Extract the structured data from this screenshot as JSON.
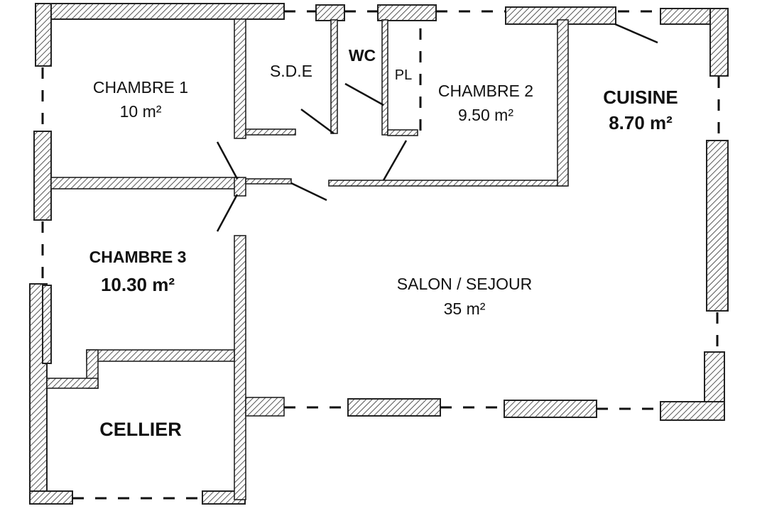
{
  "rooms": {
    "chambre1": {
      "name": "CHAMBRE 1",
      "area": "10 m²"
    },
    "sde": {
      "name": "S.D.E"
    },
    "wc": {
      "name": "WC"
    },
    "pl": {
      "name": "PL"
    },
    "chambre2": {
      "name": "CHAMBRE 2",
      "area": "9.50 m²"
    },
    "cuisine": {
      "name": "CUISINE",
      "area": "8.70 m²"
    },
    "chambre3": {
      "name": "CHAMBRE 3",
      "area": "10.30 m²"
    },
    "salon": {
      "name": "SALON / SEJOUR",
      "area": "35 m²"
    },
    "cellier": {
      "name": "CELLIER"
    }
  },
  "colors": {
    "ink": "#111111",
    "wall_stroke": "#222222",
    "background": "#ffffff"
  }
}
